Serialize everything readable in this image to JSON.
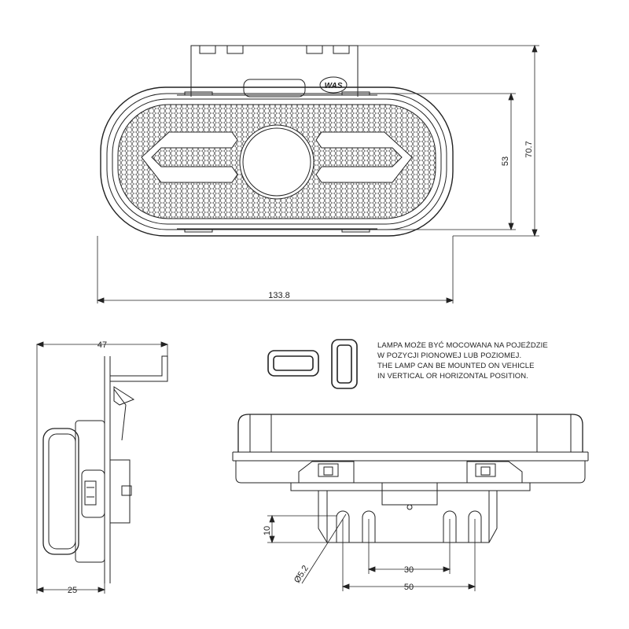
{
  "dimensions": {
    "width_front": "133.8",
    "height_inner": "53",
    "height_outer": "70.7",
    "depth_top": "47",
    "depth_bottom": "25",
    "hole_offset": "10",
    "hole_pitch_inner": "30",
    "hole_pitch_outer": "50",
    "hole_diameter": "Ø5.2"
  },
  "note": {
    "pl_line1": "LAMPA MOŻE BYĆ MOCOWANA NA POJEŹDZIE",
    "pl_line2": "W POZYCJI PIONOWEJ LUB POZIOMEJ.",
    "en_line1": "THE LAMP CAN BE MOUNTED ON VEHICLE",
    "en_line2": "IN VERTICAL OR HORIZONTAL POSITION."
  },
  "logo_text": "WAS",
  "colors": {
    "line": "#222222",
    "background": "#ffffff"
  }
}
